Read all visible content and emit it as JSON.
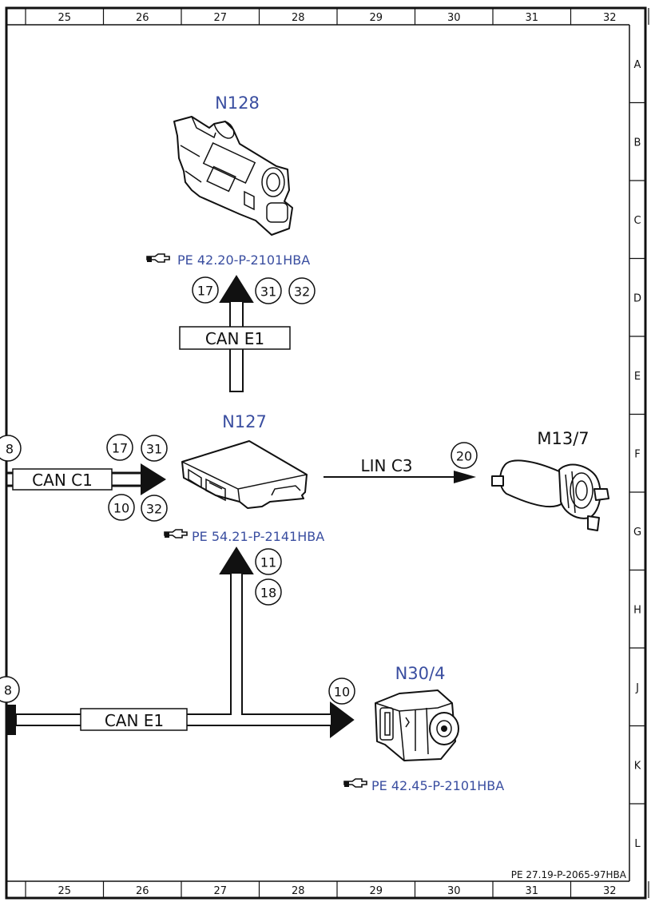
{
  "frame": {
    "columns": [
      "25",
      "26",
      "27",
      "28",
      "29",
      "30",
      "31",
      "32"
    ],
    "rows": [
      "A",
      "B",
      "C",
      "D",
      "E",
      "F",
      "G",
      "H",
      "J",
      "K",
      "L"
    ],
    "document_id": "PE 27.19-P-2065-97HBA"
  },
  "components": {
    "n128": {
      "label": "N128",
      "ref": "PE 42.20-P-2101HBA",
      "circles": [
        "17",
        "31",
        "32"
      ]
    },
    "n127": {
      "label": "N127",
      "ref": "PE 54.21-P-2141HBA",
      "circles_in_top": [
        "17",
        "31"
      ],
      "circles_in_bottom": [
        "10",
        "32"
      ],
      "circles_below": [
        "11",
        "18"
      ]
    },
    "m13_7": {
      "label": "M13/7",
      "circle": "20"
    },
    "n30_4": {
      "label": "N30/4",
      "ref": "PE 42.45-P-2101HBA",
      "circle": "10"
    }
  },
  "buses": {
    "can_e1_top": "CAN E1",
    "can_c1": "CAN C1",
    "lin_c3": "LIN C3",
    "can_e1_bottom": "CAN E1"
  },
  "edge_circles": {
    "left_f": "8",
    "left_j": "8"
  },
  "icons": [
    "pointing-hand-icon"
  ]
}
